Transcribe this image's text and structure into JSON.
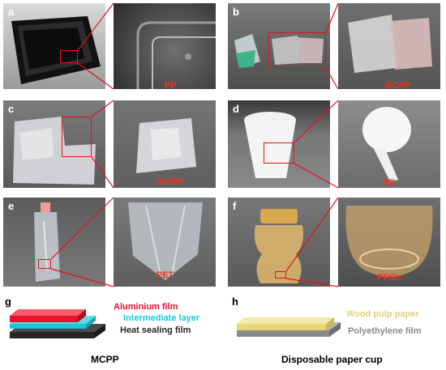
{
  "panels": {
    "a": {
      "letter": "a",
      "material": "PP"
    },
    "b": {
      "letter": "b",
      "material": "GCPP"
    },
    "c": {
      "letter": "c",
      "material": "MCPP"
    },
    "d": {
      "letter": "d",
      "material": "PE"
    },
    "e": {
      "letter": "e",
      "material": "PET"
    },
    "f": {
      "letter": "f",
      "material": "PPSU"
    }
  },
  "g": {
    "letter": "g",
    "layers": [
      "Aluminium film",
      "Intermediate layer",
      "Heat sealing film"
    ],
    "caption": "MCPP"
  },
  "h": {
    "letter": "h",
    "layers": [
      "Wood pulp paper",
      "Polyethylene film"
    ],
    "caption": "Disposable paper cup"
  },
  "colors": {
    "highlight": "#e8101a",
    "label_red": "#ff2a1a",
    "aluminium": "#e8102a",
    "intermediate": "#18c8d8",
    "heat_sealing": "#262626",
    "wood_pulp": "#e8d878",
    "polyethylene": "#8a8a8a"
  }
}
